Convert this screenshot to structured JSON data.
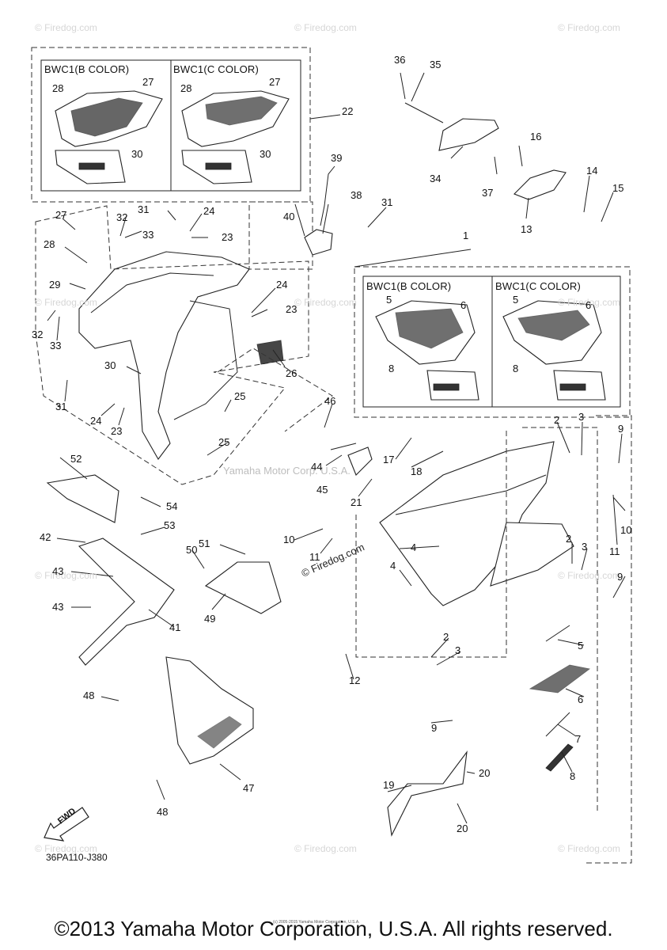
{
  "watermarks": [
    "© Firedog.com"
  ],
  "center_watermark": "Yamaha Motor Corp. U.S.A.",
  "inline_watermark": "© Firedog.com",
  "boxes": {
    "b_color": "BWC1(B COLOR)",
    "c_color": "BWC1(C COLOR)"
  },
  "callouts": [
    "1",
    "2",
    "3",
    "4",
    "5",
    "6",
    "7",
    "8",
    "9",
    "10",
    "11",
    "12",
    "13",
    "14",
    "15",
    "16",
    "17",
    "18",
    "19",
    "20",
    "21",
    "22",
    "23",
    "24",
    "25",
    "26",
    "27",
    "28",
    "29",
    "30",
    "31",
    "32",
    "33",
    "34",
    "35",
    "36",
    "37",
    "38",
    "39",
    "40",
    "41",
    "42",
    "43",
    "44",
    "45",
    "46",
    "47",
    "48",
    "49",
    "50",
    "51",
    "52",
    "53",
    "54"
  ],
  "fwd_label": "FWD",
  "diagram_code": "36PA110-J380",
  "tiny_note": "(c) 2005-2015 Yamaha Motor Corporation, U.S.A.",
  "copyright": "©2013 Yamaha Motor Corporation, U.S.A. All rights reserved."
}
